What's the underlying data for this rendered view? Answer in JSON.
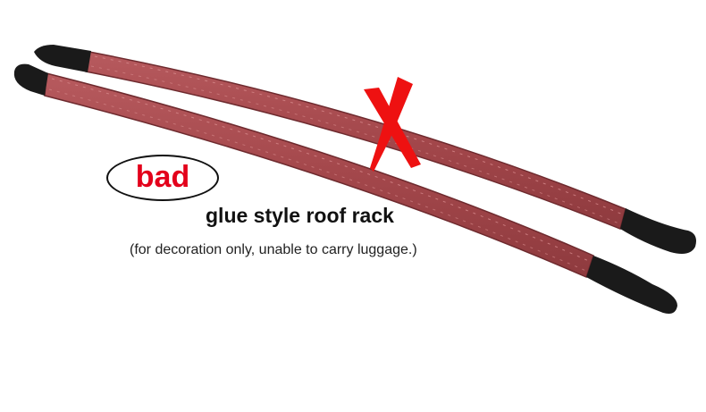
{
  "badge": {
    "text": "bad",
    "text_color": "#e3001b"
  },
  "caption": {
    "title": "glue style roof rack",
    "note": "(for decoration only, unable to carry luggage.)"
  },
  "image": {
    "strip_color": "#a6484c",
    "end_cap_color": "#1a1a1a",
    "cross_mark_color": "#ee1111"
  }
}
